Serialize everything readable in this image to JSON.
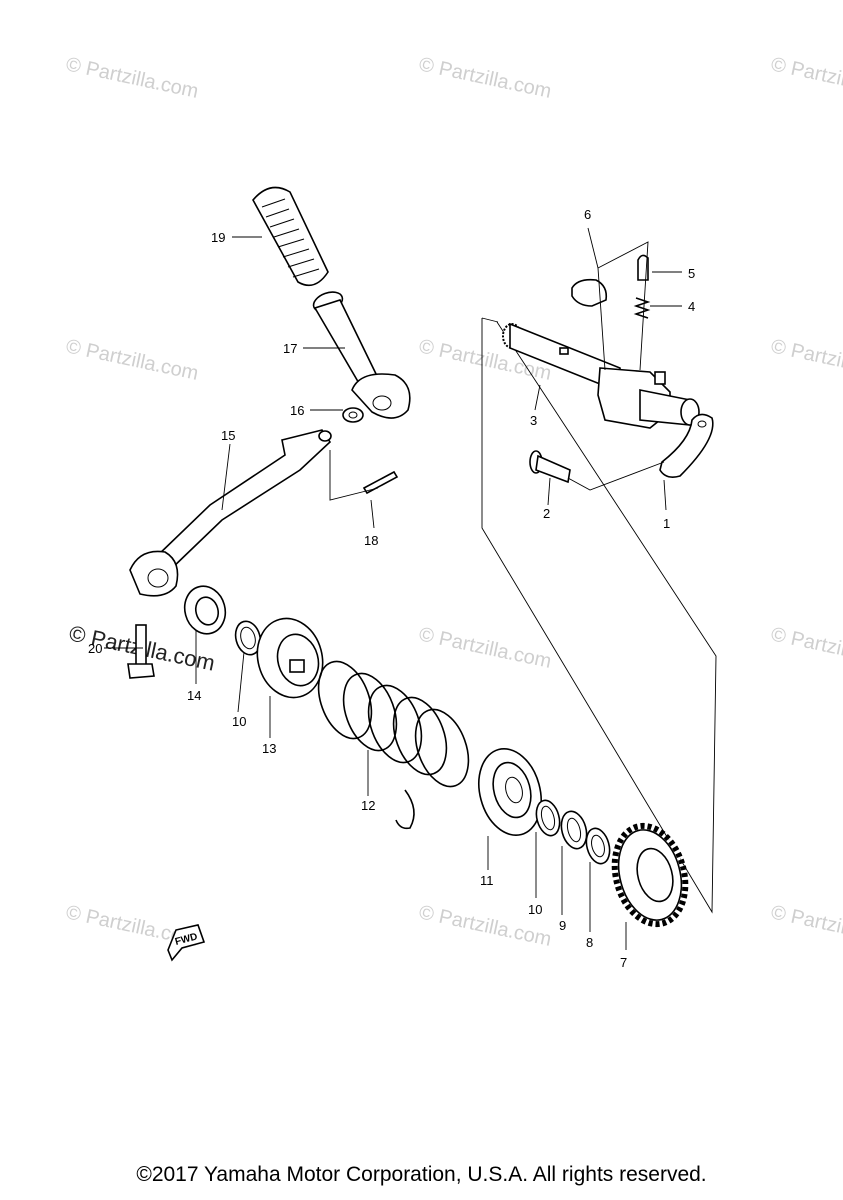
{
  "callouts": {
    "p1": "1",
    "p2": "2",
    "p3": "3",
    "p4": "4",
    "p5": "5",
    "p6": "6",
    "p7": "7",
    "p8": "8",
    "p9": "9",
    "p10a": "10",
    "p10b": "10",
    "p11": "11",
    "p12": "12",
    "p13": "13",
    "p14": "14",
    "p15": "15",
    "p16": "16",
    "p17": "17",
    "p18": "18",
    "p19": "19",
    "p20": "20"
  },
  "fwd_label": "FWD",
  "watermark": "© Partzilla.com",
  "copyright": "©2017 Yamaha Motor Corporation, U.S.A. All rights reserved."
}
